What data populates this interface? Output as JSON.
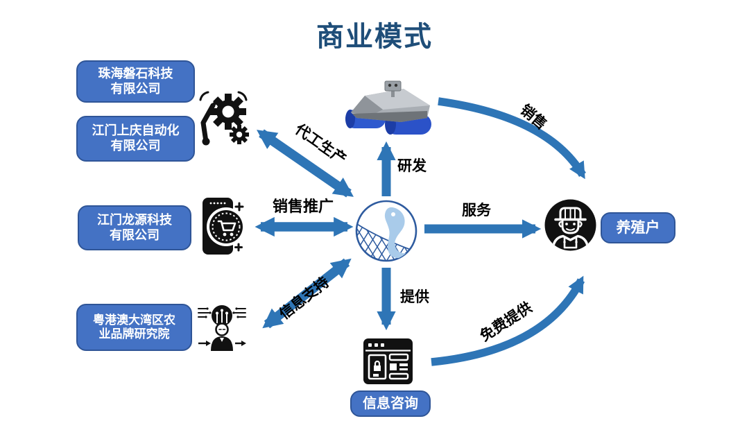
{
  "title": "商业模式",
  "colors": {
    "title": "#1F4E79",
    "box_fill": "#4472C4",
    "box_border": "#2F5597",
    "arrow": "#2E75B6",
    "label_text": "#000000",
    "icon_black": "#111111",
    "logo_blue": "#2E5B9F",
    "fish_blue": "#A9CBEA",
    "pontoon_blue": "#2B52C8",
    "hull_gray": "#A9AEB4"
  },
  "partners": [
    {
      "label": "珠海磐石科技\n有限公司"
    },
    {
      "label": "江门上庆自动化\n有限公司"
    },
    {
      "label": "江门龙源科技\n有限公司"
    },
    {
      "label": "粤港澳大湾区农\n业品牌研究院"
    }
  ],
  "arrows": {
    "oem": "代工生产",
    "sales_promotion": "销售推广",
    "info_support": "信息支持",
    "rnd": "研发",
    "service": "服务",
    "provide": "提供",
    "sales": "销售",
    "free_provide": "免费提供"
  },
  "nodes": {
    "customer": "养殖户",
    "info_service": "信息咨询"
  },
  "icons": {
    "gear_arm": "gear-robot-arm-icon",
    "phone_cart": "phone-shopping-cart-icon",
    "ai_person": "person-circuit-icon",
    "fish_logo": "fish-over-net-logo",
    "boat": "unmanned-boat-product-image",
    "farmer": "farmer-icon",
    "browser": "browser-window-icon"
  }
}
